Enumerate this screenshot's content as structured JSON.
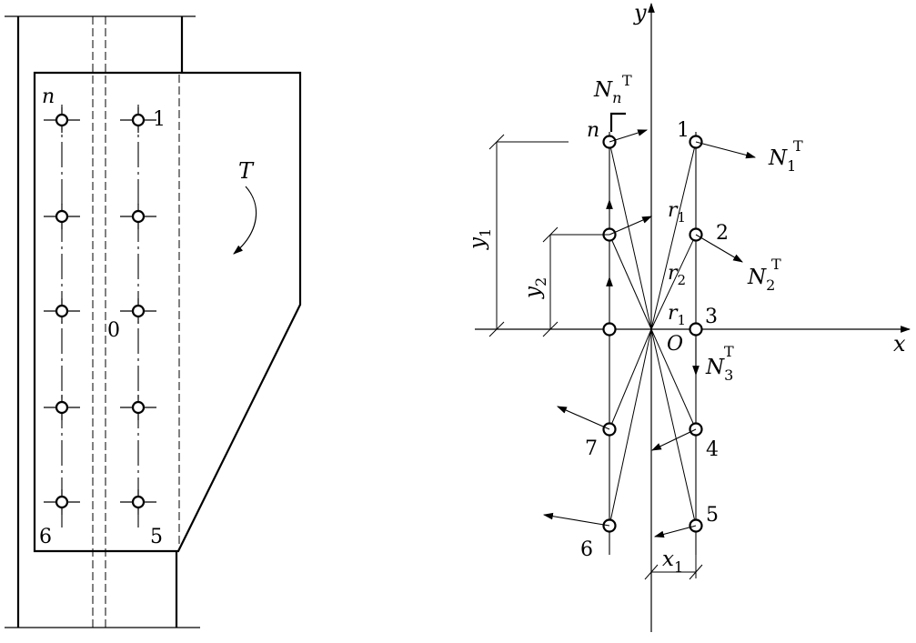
{
  "left_view": {
    "bolt_labels": {
      "n": "n",
      "one": "1",
      "zero": "0",
      "six": "6",
      "five": "5"
    },
    "moment": "T"
  },
  "right_view": {
    "axes": {
      "x": "x",
      "y": "y",
      "origin": "O"
    },
    "bolt_labels": [
      "1",
      "2",
      "3",
      "4",
      "5",
      "6",
      "7",
      "n"
    ],
    "radii": {
      "r1_top": "r",
      "r1_top_sub": "1",
      "r2": "r",
      "r2_sub": "2",
      "r1_mid": "r",
      "r1_mid_sub": "1"
    },
    "forces": {
      "Nn": {
        "base": "N",
        "sub": "n",
        "sup": "T"
      },
      "N1": {
        "base": "N",
        "sub": "1",
        "sup": "T"
      },
      "N2": {
        "base": "N",
        "sub": "2",
        "sup": "T"
      },
      "N3": {
        "base": "N",
        "sub": "3",
        "sup": "T"
      }
    },
    "dimensions": {
      "y1": {
        "base": "y",
        "sub": "1"
      },
      "y2": {
        "base": "y",
        "sub": "2"
      },
      "x1": {
        "base": "x",
        "sub": "1"
      }
    }
  }
}
